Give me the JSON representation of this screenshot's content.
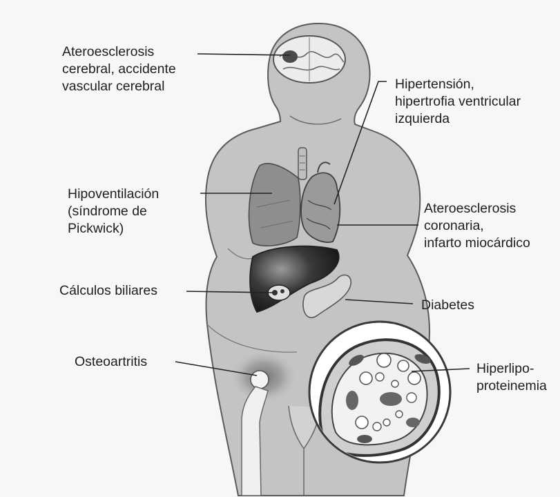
{
  "labels": {
    "cerebral": [
      "Ateroesclerosis",
      "cerebral, accidente",
      "vascular cerebral"
    ],
    "hypertension": [
      "Hipertensión,",
      "hipertrofia ventricular",
      "izquierda"
    ],
    "hypoventilation": [
      "Hipoventilación",
      "(síndrome de",
      "Pickwick)"
    ],
    "coronary": [
      "Ateroesclerosis",
      "coronaria,",
      "infarto miocárdico"
    ],
    "gallstones": "Cálculos biliares",
    "diabetes": "Diabetes",
    "osteoarthritis": "Osteoartritis",
    "hyperlipo": [
      "Hiperlipo-",
      "proteinemia"
    ]
  },
  "colors": {
    "background": "#f7f7f7",
    "body": "#c4c4c4",
    "outline": "#5a5a5a",
    "text": "#1e1e1e"
  }
}
